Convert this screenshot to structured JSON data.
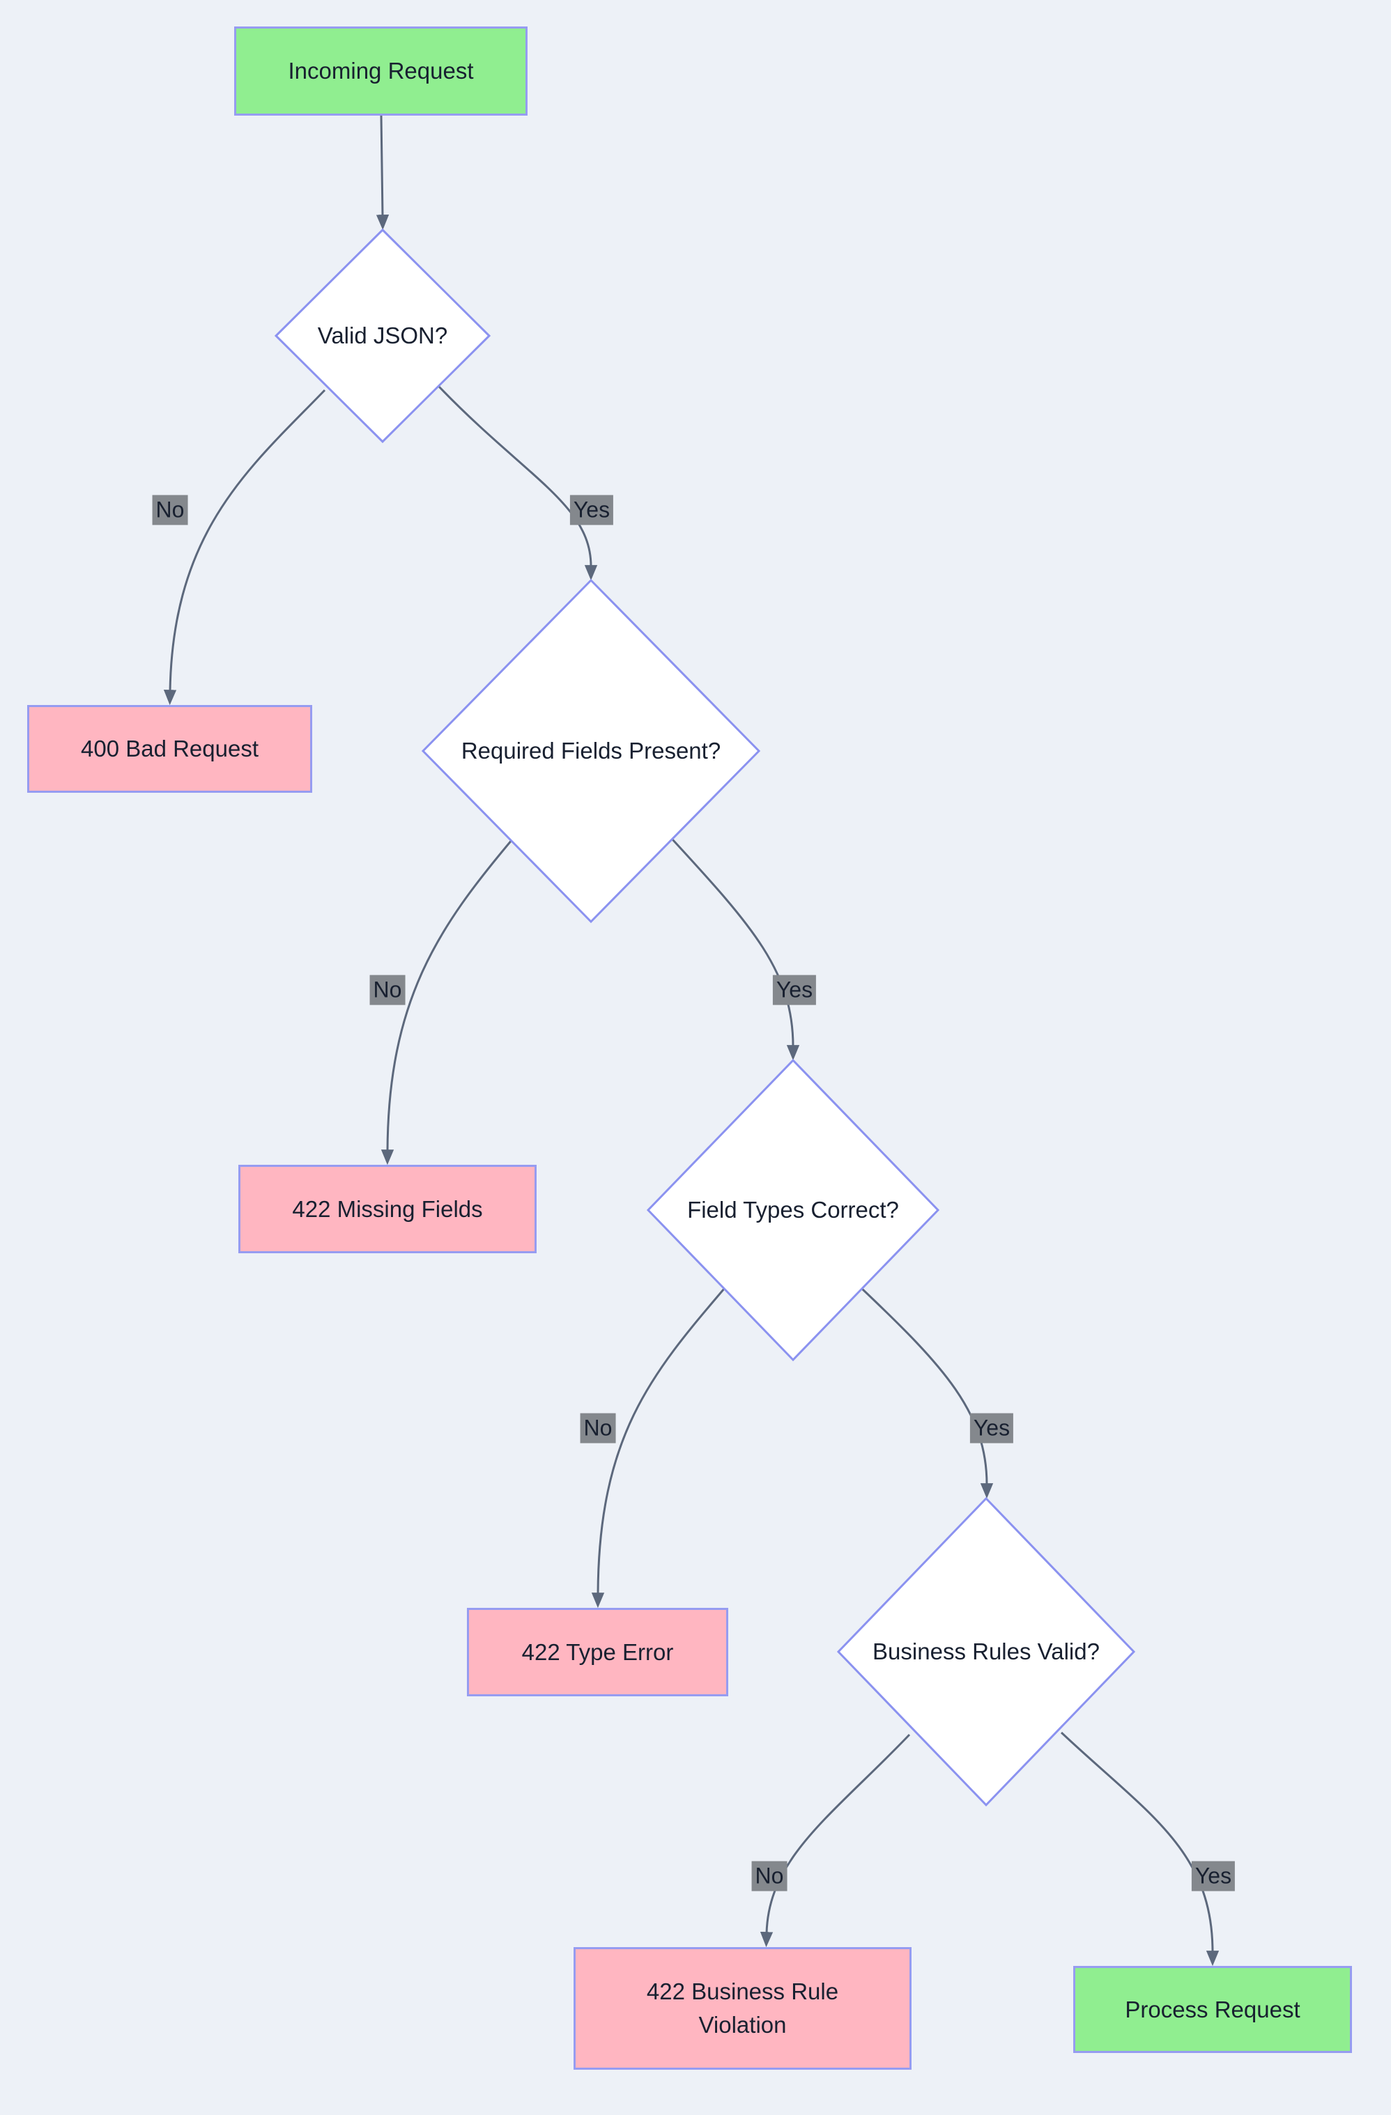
{
  "diagram": {
    "type": "flowchart",
    "background_color": "#edf1f7",
    "colors": {
      "start_end_fill": "#90ee90",
      "error_fill": "#ffb6c1",
      "decision_fill": "#ffffff",
      "node_border": "#969cf1",
      "decision_border": "#8b92f0",
      "edge_stroke": "#5c687c",
      "edge_label_background": "#84888d",
      "text": "#182030"
    },
    "nodes": [
      {
        "id": "incoming-request",
        "type": "rect",
        "variant": "green",
        "label": "Incoming Request"
      },
      {
        "id": "valid-json",
        "type": "diamond",
        "variant": "decision",
        "label": "Valid JSON?"
      },
      {
        "id": "bad-request-400",
        "type": "rect",
        "variant": "pink",
        "label": "400 Bad Request"
      },
      {
        "id": "required-fields-present",
        "type": "diamond",
        "variant": "decision",
        "label": "Required Fields Present?"
      },
      {
        "id": "missing-fields-422",
        "type": "rect",
        "variant": "pink",
        "label": "422 Missing Fields"
      },
      {
        "id": "field-types-correct",
        "type": "diamond",
        "variant": "decision",
        "label": "Field Types Correct?"
      },
      {
        "id": "type-error-422",
        "type": "rect",
        "variant": "pink",
        "label": "422 Type Error"
      },
      {
        "id": "business-rules-valid",
        "type": "diamond",
        "variant": "decision",
        "label": "Business Rules Valid?"
      },
      {
        "id": "business-rule-violation-422",
        "type": "rect",
        "variant": "pink",
        "label": "422 Business Rule Violation"
      },
      {
        "id": "process-request",
        "type": "rect",
        "variant": "green",
        "label": "Process Request"
      }
    ],
    "edges": [
      {
        "from": "incoming-request",
        "to": "valid-json",
        "label": ""
      },
      {
        "from": "valid-json",
        "to": "bad-request-400",
        "label": "No"
      },
      {
        "from": "valid-json",
        "to": "required-fields-present",
        "label": "Yes"
      },
      {
        "from": "required-fields-present",
        "to": "missing-fields-422",
        "label": "No"
      },
      {
        "from": "required-fields-present",
        "to": "field-types-correct",
        "label": "Yes"
      },
      {
        "from": "field-types-correct",
        "to": "type-error-422",
        "label": "No"
      },
      {
        "from": "field-types-correct",
        "to": "business-rules-valid",
        "label": "Yes"
      },
      {
        "from": "business-rules-valid",
        "to": "business-rule-violation-422",
        "label": "No"
      },
      {
        "from": "business-rules-valid",
        "to": "process-request",
        "label": "Yes"
      }
    ]
  }
}
